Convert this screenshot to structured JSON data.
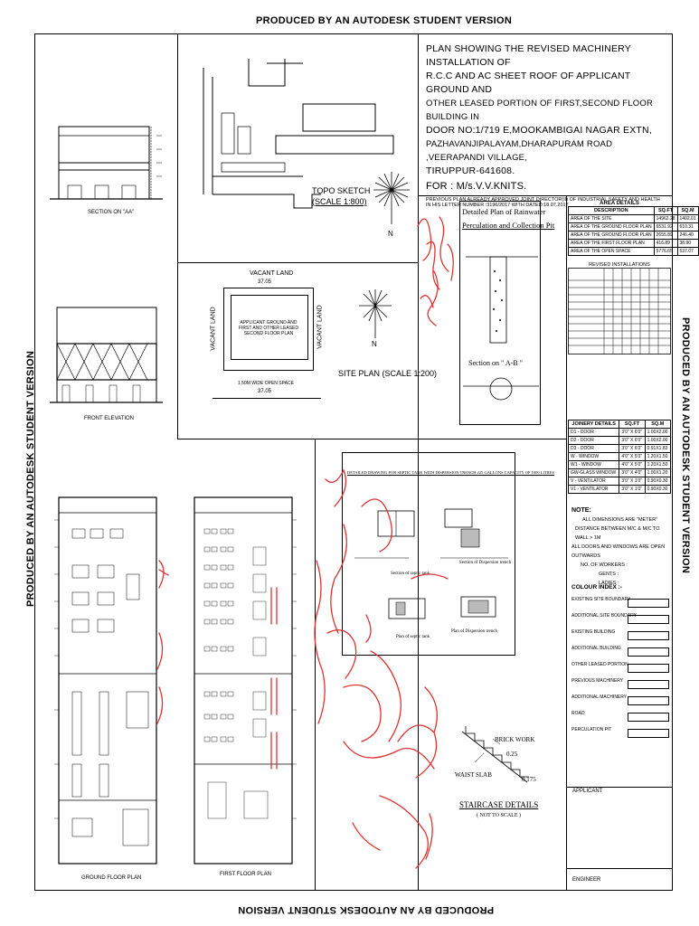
{
  "watermark": "PRODUCED BY AN AUTODESK STUDENT VERSION",
  "title_block": {
    "lines": [
      "PLAN SHOWING THE REVISED MACHINERY INSTALLATION OF",
      "R.C.C AND AC SHEET ROOF OF APPLICANT GROUND AND",
      "OTHER LEASED PORTION OF FIRST,SECOND FLOOR BUILDING  IN",
      "DOOR NO:1/719 E,MOOKAMBIGAI NAGAR EXTN,",
      "PAZHAVANJIPALAYAM,DHARAPURAM ROAD ,VEERAPANDI VILLAGE,",
      "TIRUPPUR-641608."
    ],
    "for_label": "FOR : M/s.V.V.KNITS.",
    "note_lines": [
      "PREVIOUS PLAN ALREADY APPROVED JOINT DIRECTOR(II) OF INDUSTRIAL SAFETY AND HEALTH",
      "IN HIS LETTER NUMBER :3196/2017 WITH DATED:18.07.2017"
    ]
  },
  "labels": {
    "section_aa": "SECTION ON \"AA\"",
    "front_elevation": "FRONT ELEVATION",
    "ground_floor_plan": "GROUND FLOOR PLAN",
    "first_floor_plan": "FIRST FLOOR PLAN",
    "topo_sketch": "TOPO SKETCH",
    "topo_scale": "(SCALE 1:800)",
    "site_plan": "SITE PLAN (SCALE 1:200)",
    "vacant_land_top": "VACANT LAND",
    "vacant_land_left": "VACANT LAND",
    "vacant_land_right": "VACANT LAND",
    "site_dim_top": "37.05",
    "site_dim_bottom": "37.05",
    "site_center": "APPLICANT GROUND AND FIRST AND OTHER LEASED SECOND FLOOR PLAN",
    "site_road": "1.50M WIDE OPEN SPACE",
    "north": "N",
    "rainwater_title_1": "Detailed Plan of Rainwater",
    "rainwater_title_2": "Perculation and Collection Pit",
    "section_ab": "Section on \" A-B \"",
    "septic_title": "DETAILED DRAWING FOR SEPTIC TANK WITH DISPERSION TRENCH 225 GALLONS CAPACITY OF 1000 LITRES",
    "plan_septic": "Plan of septic tank",
    "plan_dispersion": "Plan of Dispersion trench",
    "section_septic": "Section of septic tank",
    "section_dispersion": "Section of Dispersion trench",
    "brick_work": "BRICK WORK",
    "waist_slab": "WAIST SLAB",
    "dim_025": "0.25",
    "dim_0175": "0.175",
    "staircase_title": "STAIRCASE DETAILS",
    "not_to_scale": "( NOT TO SCALE )",
    "applicant": "APPLICANT",
    "engineer": "ENGINEER"
  },
  "area_details": {
    "title": "AREA DETAILS",
    "headers": [
      "DESCRIPTION",
      "SQ.FT",
      "SQ.M"
    ],
    "rows": [
      [
        "AREA OF THE SITE",
        "14962.28",
        "1402.01"
      ],
      [
        "AREA OF THE GROUND FLOOR PLAN",
        "6531.92",
        "610.31"
      ],
      [
        "AREA OF THE GROUND FLOOR PLAN",
        "2655.89",
        "246.40"
      ],
      [
        "AREA OF THE FIRST FLOOR PLAN",
        "416.89",
        "38.90"
      ],
      [
        "AREA OF THE OPEN SPACE",
        "5776.65",
        "537.07"
      ]
    ]
  },
  "revised_installations": {
    "title": "REVISED INSTALLATIONS",
    "rows": 10
  },
  "joinery_details": {
    "headers": [
      "JOINERY DETAILS",
      "SQ.FT",
      "SQ.M"
    ],
    "rows": [
      [
        "D1 - DOOR",
        "3'0\" X 6'0\"",
        "1.00X2.00"
      ],
      [
        "D2 - DOOR",
        "3'0\" X 6'0\"",
        "1.00X2.00"
      ],
      [
        "D3 - DOOR",
        "3'0\" X 6'0\"",
        "0.91X1.83"
      ],
      [
        "W - WINDOW",
        "4'0\" X 5'0\"",
        "1.20X1.50"
      ],
      [
        "W1 - WINDOW",
        "4'0\" X 5'0\"",
        "1.20X1.50"
      ],
      [
        "GW-GLASS WINDOW",
        "3'0\" X 4'0\"",
        "1.00X1.20"
      ],
      [
        "V - VENTILATOR",
        "3'0\" X 1'0\"",
        "0.90X0.30"
      ],
      [
        "V1 - VENTILATOR",
        "3'0\" X 1'0\"",
        "0.90X0.30"
      ]
    ]
  },
  "notes": {
    "heading": "NOTE:",
    "lines": [
      "ALL DIMENSIONS ARE \"METER\"",
      "DISTANCE BETWEEN M/C & M/C TO WALL > 1M",
      "ALL DOORS AND WINDOWS ARE OPEN OUTWARDS"
    ],
    "workers": "NO. OF WORKERS :",
    "gents": "GENTS :",
    "ladies": "LADIES :"
  },
  "colour_index": {
    "heading": "COLOUR INDEX :-",
    "items": [
      "EXISTING SITE BOUNDARY",
      "ADDITIONAL SITE BOUNDARY",
      "EXISTING BUILDING",
      "ADDITIONAL BUILDING",
      "OTHER LEASED PORTION",
      "PREVIOUS MACHINERY",
      "ADDITIONAL MACHINERY",
      "ROAD",
      "PERCULATION PIT"
    ]
  }
}
